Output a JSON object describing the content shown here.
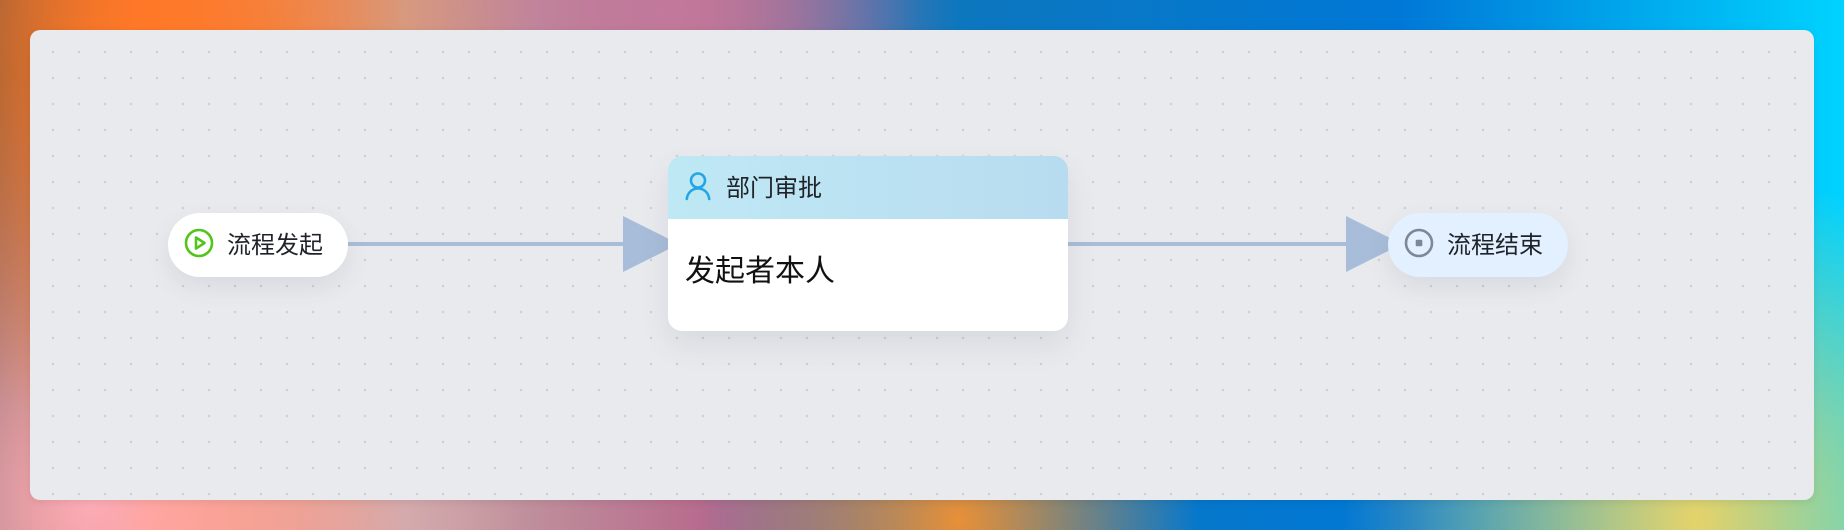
{
  "workflow": {
    "nodes": {
      "start": {
        "label": "流程发起",
        "icon": "play-circle-icon",
        "accent": "#52c41a"
      },
      "approval": {
        "title": "部门审批",
        "assignee": "发起者本人",
        "icon": "user-icon",
        "accent": "#23a5e6"
      },
      "end": {
        "label": "流程结束",
        "icon": "stop-circle-icon",
        "accent": "#7f8794"
      }
    },
    "connector_color": "#a8bdd9"
  }
}
